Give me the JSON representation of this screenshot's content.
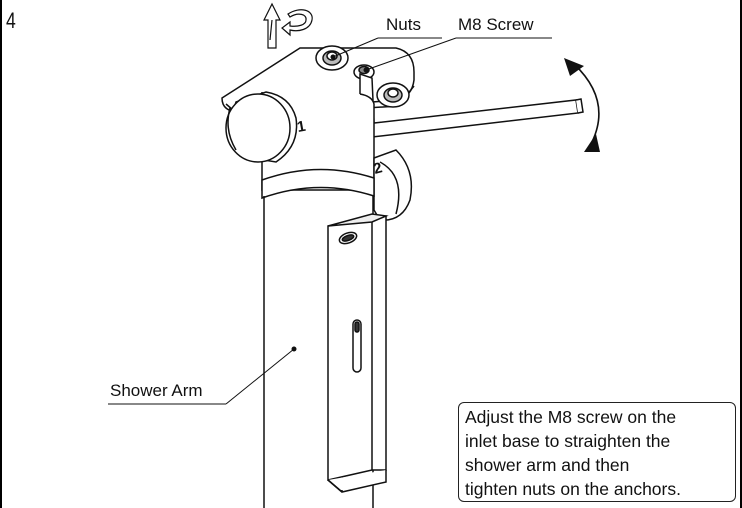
{
  "step": {
    "number": "4"
  },
  "labels": {
    "nuts": "Nuts",
    "m8_screw": "M8 Screw",
    "shower_arm": "Shower Arm"
  },
  "instruction": {
    "lines": [
      "Adjust the M8 screw on the",
      "inlet base to straighten the",
      "shower arm and then",
      "tighten nuts on the anchors."
    ]
  },
  "part_markers": [
    "1",
    "2"
  ]
}
